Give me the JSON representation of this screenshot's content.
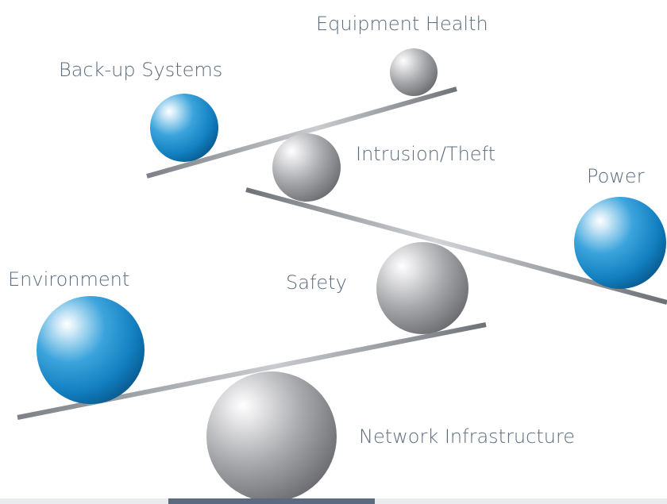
{
  "labels": {
    "equipment_health": "Equipment Health",
    "backup_systems": "Back-up Systems",
    "intrusion_theft": "Intrusion/Theft",
    "power": "Power",
    "environment": "Environment",
    "safety": "Safety",
    "network_infrastructure": "Network Infrastructure"
  },
  "colors": {
    "label_text": "#5a6b7d",
    "blue_sphere": "#1a8cc8",
    "gray_sphere": "#9a9a9c",
    "beam": "#8a8d92",
    "base": "#5c6a80"
  }
}
